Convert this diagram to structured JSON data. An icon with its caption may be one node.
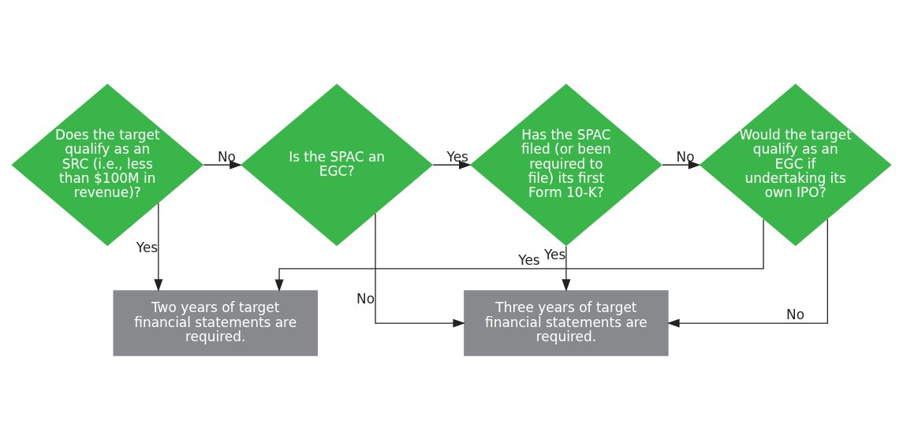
{
  "diagram": {
    "nodes": [
      {
        "text": [
          "Does the target qualify as an SRC (i.e., less than $100M in revenue)?"
        ]
      },
      {
        "text": [
          "Is the SPAC an EGC?"
        ]
      },
      {
        "text": [
          "Has the SPAC filed (or been required to file) its first Form 10-K?"
        ]
      },
      {
        "text": [
          "Would the target qualify as an EGC if undertaking its own IPO?"
        ]
      },
      {
        "text": [
          "Three years of target financial statements are required."
        ]
      },
      {
        "text": [
          "Two years of target financial statements are required."
        ]
      }
    ],
    "edges": [
      {
        "from": 0,
        "to": 1,
        "arrow": "to",
        "label": "No"
      },
      {
        "from": 0,
        "to": 5,
        "arrow": "to",
        "label": "Yes"
      },
      {
        "from": 1,
        "to": 2,
        "arrow": "to",
        "label": "Yes"
      },
      {
        "from": 1,
        "to": 4,
        "arrow": "to",
        "label": "No"
      },
      {
        "from": 2,
        "to": 3,
        "arrow": "to",
        "label": "No"
      },
      {
        "from": 2,
        "to": 4,
        "arrow": "to",
        "label": "Yes"
      },
      {
        "from": 3,
        "to": 4,
        "arrow": "to",
        "label": "No"
      },
      {
        "from": 3,
        "to": 5,
        "arrow": "to",
        "label": "Yes"
      }
    ]
  }
}
